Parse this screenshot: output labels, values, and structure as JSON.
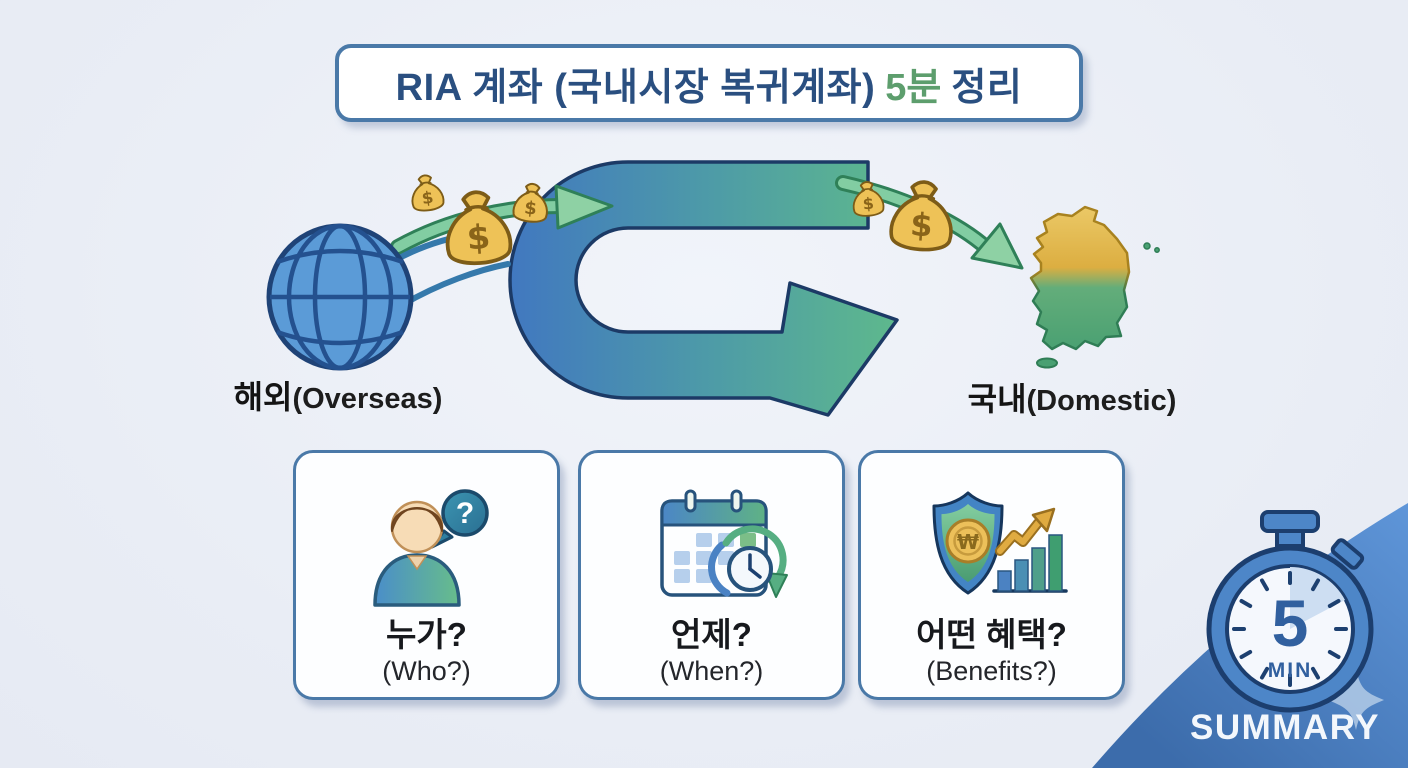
{
  "title": {
    "main": "RIA 계좌 (국내시장 복귀계좌)",
    "highlight": "5분",
    "suffix": "정리"
  },
  "flow": {
    "origin_ko": "해외",
    "origin_en": "(Overseas)",
    "destination_ko": "국내",
    "destination_en": "(Domestic)",
    "money_bag_symbol": "$"
  },
  "cards": [
    {
      "ko": "누가?",
      "en": "(Who?)",
      "bubble_symbol": "?"
    },
    {
      "ko": "언제?",
      "en": "(When?)"
    },
    {
      "ko": "어떤 혜택?",
      "en": "(Benefits?)",
      "coin_symbol": "₩"
    }
  ],
  "badge": {
    "value": "5",
    "unit": "MIN",
    "label": "SUMMARY"
  },
  "colors": {
    "background": "#e9edf5",
    "panel_border_blue": "#4a79a8",
    "title_navy": "#2a4f80",
    "title_green": "#5d9e6d",
    "uturn_arrow_blue": "#4178c0",
    "uturn_arrow_green": "#5eb98c",
    "mini_arrow_green": "#82cda2",
    "money_bag_gold": "#eec257",
    "globe_blue": "#5b9bd7",
    "korea_gold": "#dcae41",
    "korea_green": "#49a072",
    "stopwatch_blue": "#4d86c8",
    "corner_triangle_blue": "#4a80c2",
    "label_text_dark": "#141414"
  }
}
